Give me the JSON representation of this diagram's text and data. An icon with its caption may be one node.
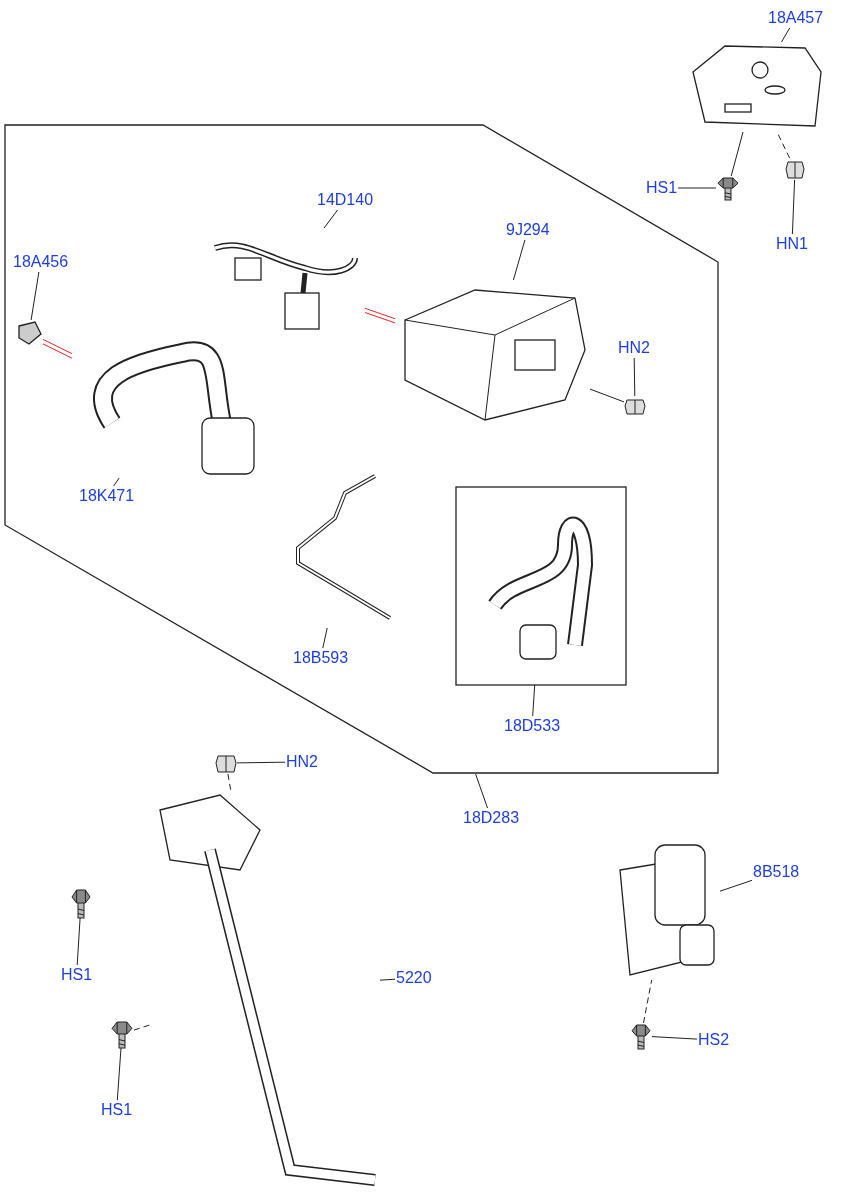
{
  "diagram": {
    "nodes": [
      {
        "text": [
          "18A457"
        ]
      },
      {
        "text": [],
        "shape": "picture"
      },
      {
        "text": [
          "HS1"
        ]
      },
      {
        "text": [],
        "shape": "picture"
      },
      {
        "text": [],
        "shape": "picture"
      },
      {
        "text": [
          "HN1"
        ]
      },
      {
        "text": [],
        "shape": "box"
      },
      {
        "text": [
          "14D140"
        ],
        "in": 6
      },
      {
        "text": [],
        "shape": "picture",
        "in": 6
      },
      {
        "text": [
          "9J294"
        ],
        "in": 6
      },
      {
        "text": [],
        "shape": "picture",
        "in": 6
      },
      {
        "text": [
          "18A456"
        ],
        "in": 6
      },
      {
        "text": [],
        "shape": "picture",
        "in": 6
      },
      {
        "text": [],
        "shape": "picture",
        "in": 6
      },
      {
        "text": [
          "HN2"
        ],
        "in": 6
      },
      {
        "text": [],
        "shape": "picture",
        "in": 6
      },
      {
        "text": [
          "18K471"
        ],
        "in": 6
      },
      {
        "text": [],
        "shape": "picture",
        "in": 6
      },
      {
        "text": [],
        "shape": "box",
        "in": 6
      },
      {
        "text": [],
        "shape": "picture",
        "in": 18
      },
      {
        "text": [
          "18B593"
        ],
        "in": 6
      },
      {
        "text": [
          "18D533"
        ],
        "in": 6
      },
      {
        "text": [
          "HN2"
        ]
      },
      {
        "text": [],
        "shape": "picture"
      },
      {
        "text": [],
        "shape": "picture"
      },
      {
        "text": [
          "18D283"
        ]
      },
      {
        "text": [
          "8B518"
        ]
      },
      {
        "text": [],
        "shape": "picture"
      },
      {
        "text": [],
        "shape": "picture"
      },
      {
        "text": [
          "HS1"
        ]
      },
      {
        "text": [
          "5220"
        ]
      },
      {
        "text": [],
        "shape": "picture"
      },
      {
        "text": [
          "HS1"
        ]
      },
      {
        "text": [],
        "shape": "picture"
      },
      {
        "text": [
          "HS2"
        ]
      }
    ],
    "edges": [
      {
        "from": 0,
        "to": 1,
        "arrow": "none"
      },
      {
        "from": 2,
        "to": 3,
        "arrow": "none"
      },
      {
        "from": 5,
        "to": 4,
        "arrow": "none"
      },
      {
        "from": 3,
        "to": 1,
        "arrow": "none"
      },
      {
        "from": 4,
        "to": 1,
        "arrow": "none",
        "style": "dashed"
      },
      {
        "from": 7,
        "to": 8,
        "arrow": "none"
      },
      {
        "from": 9,
        "to": 10,
        "arrow": "none"
      },
      {
        "from": 11,
        "to": 12,
        "arrow": "none"
      },
      {
        "from": 12,
        "to": 13,
        "arrow": "none",
        "color": "#e8262a"
      },
      {
        "from": 12,
        "to": 13,
        "arrow": "none",
        "color": "#e8262a"
      },
      {
        "from": 8,
        "to": 10,
        "arrow": "none",
        "color": "#e8262a"
      },
      {
        "from": 8,
        "to": 10,
        "arrow": "none",
        "color": "#e8262a"
      },
      {
        "from": 14,
        "to": 15,
        "arrow": "none"
      },
      {
        "from": 15,
        "to": 10,
        "arrow": "none"
      },
      {
        "from": 16,
        "to": 13,
        "arrow": "none"
      },
      {
        "from": 20,
        "to": 17,
        "arrow": "none"
      },
      {
        "from": 21,
        "to": 18,
        "arrow": "none"
      },
      {
        "from": 25,
        "to": 6,
        "arrow": "none"
      },
      {
        "from": 22,
        "to": 23,
        "arrow": "none"
      },
      {
        "from": 23,
        "to": 24,
        "arrow": "none",
        "style": "dashed"
      },
      {
        "from": 26,
        "to": 27,
        "arrow": "none"
      },
      {
        "from": 29,
        "to": 28,
        "arrow": "none"
      },
      {
        "from": 30,
        "to": 24,
        "arrow": "none"
      },
      {
        "from": 32,
        "to": 31,
        "arrow": "none"
      },
      {
        "from": 31,
        "to": 24,
        "arrow": "none",
        "style": "dashed"
      },
      {
        "from": 34,
        "to": 33,
        "arrow": "none"
      },
      {
        "from": 33,
        "to": 27,
        "arrow": "none",
        "style": "dashed"
      }
    ]
  }
}
